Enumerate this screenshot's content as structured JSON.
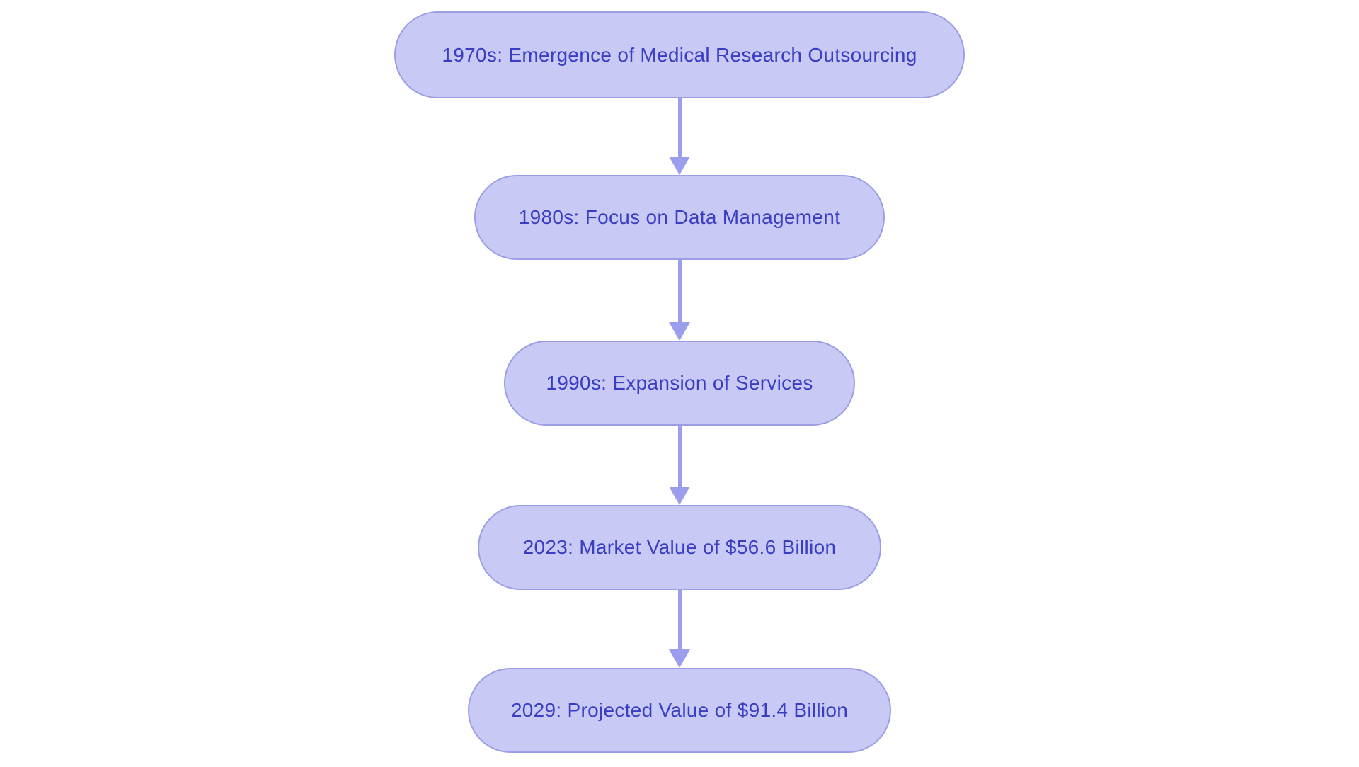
{
  "diagram": {
    "type": "flowchart",
    "direction": "top-down",
    "nodes": [
      {
        "label": "1970s: Emergence of Medical Research Outsourcing"
      },
      {
        "label": "1980s: Focus on Data Management"
      },
      {
        "label": "1990s: Expansion of Services"
      },
      {
        "label": "2023: Market Value of $56.6 Billion"
      },
      {
        "label": "2029: Projected Value of $91.4 Billion"
      }
    ],
    "edges": [
      {
        "from": 0,
        "to": 1
      },
      {
        "from": 1,
        "to": 2
      },
      {
        "from": 2,
        "to": 3
      },
      {
        "from": 3,
        "to": 4
      }
    ],
    "colors": {
      "background": "#ffffff",
      "node_fill": "#c8caf5",
      "node_border": "#9b9ee4",
      "node_text": "#3a3ec2",
      "arrow": "#9a9eed"
    }
  }
}
